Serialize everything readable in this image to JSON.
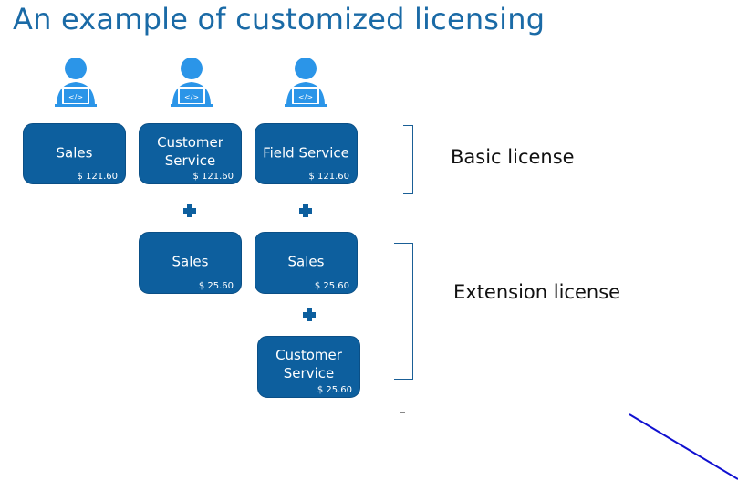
{
  "title": "An example of customized licensing",
  "users": [
    {
      "icon": "user-laptop-icon"
    },
    {
      "icon": "user-laptop-icon"
    },
    {
      "icon": "user-laptop-icon"
    }
  ],
  "basic_boxes": [
    {
      "label": "Sales",
      "price": "$ 121.60"
    },
    {
      "label": "Customer Service",
      "price": "$ 121.60"
    },
    {
      "label": "Field Service",
      "price": "$ 121.60"
    }
  ],
  "extension_boxes": [
    {
      "label": "Sales",
      "price": "$ 25.60"
    },
    {
      "label": "Sales",
      "price": "$ 25.60"
    },
    {
      "label": "Customer Service",
      "price": "$ 25.60"
    }
  ],
  "brackets": {
    "basic_label": "Basic license",
    "extension_label": "Extension license"
  },
  "colors": {
    "box_fill": "#0d5f9e",
    "icon_blue": "#2b95e8",
    "title": "#1a6aa6",
    "stray_line": "#1010d0"
  }
}
